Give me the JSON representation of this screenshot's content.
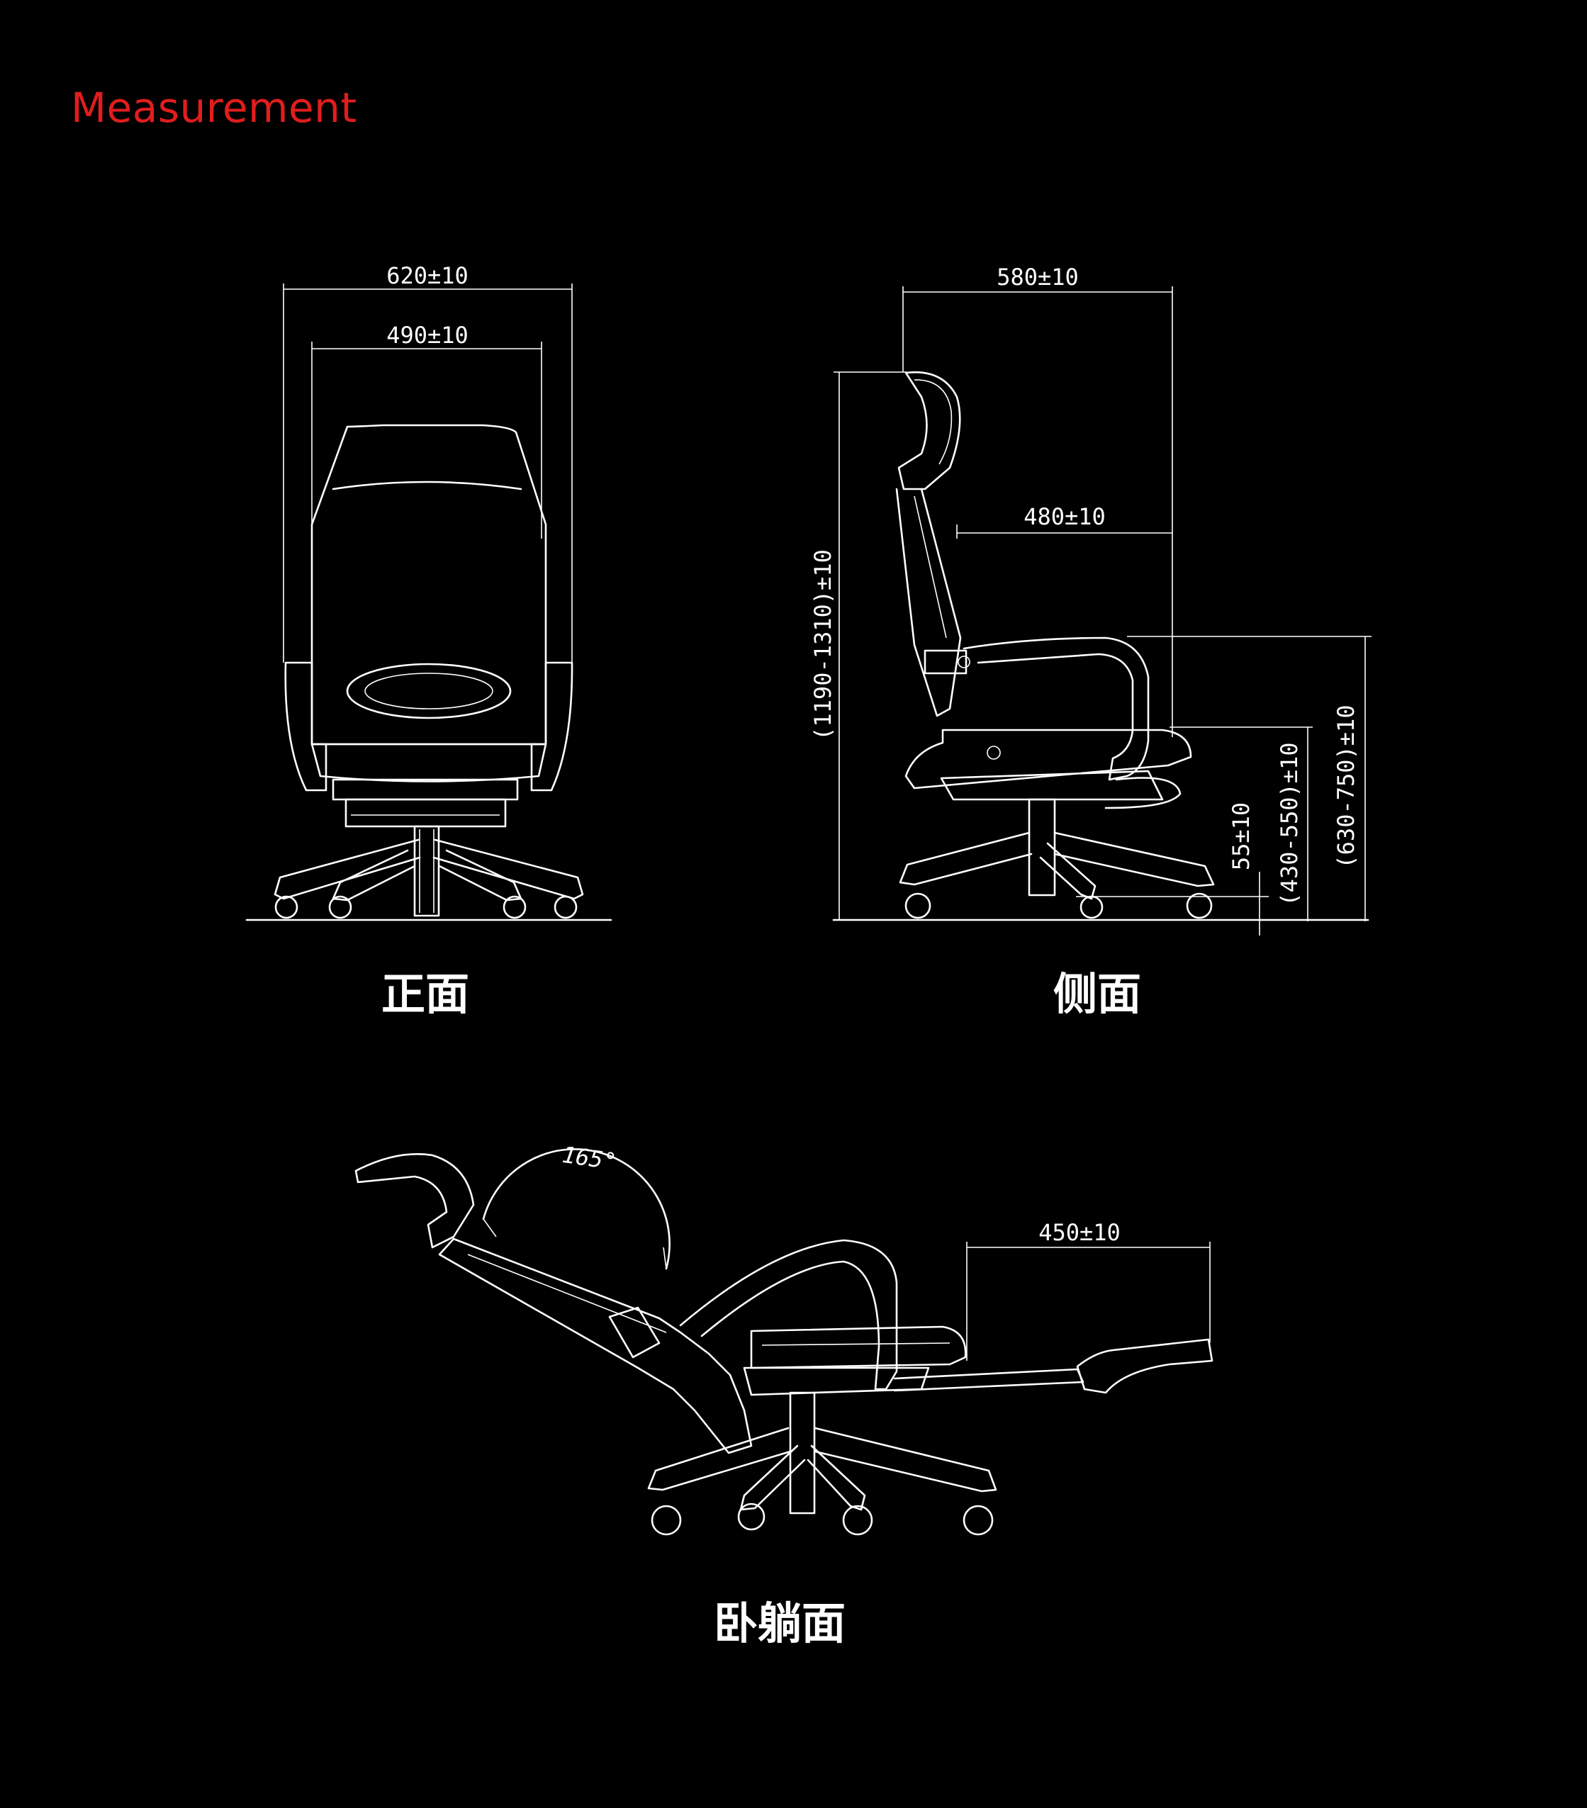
{
  "title": "Measurement",
  "colors": {
    "accent": "#e11d1d",
    "background": "#000000",
    "line": "#ffffff"
  },
  "views": {
    "front": {
      "caption": "正面",
      "width_overall": "620±10",
      "width_back": "490±10"
    },
    "side": {
      "caption": "侧面",
      "depth_overall": "580±10",
      "seat_depth": "480±10",
      "height_total": "(1190-1310)±10",
      "armrest_height": "(630-750)±10",
      "seat_height": "(430-550)±10",
      "footrest_height": "55±10"
    },
    "recline": {
      "caption": "卧躺面",
      "angle": "165°",
      "footrest_extension": "450±10"
    }
  }
}
